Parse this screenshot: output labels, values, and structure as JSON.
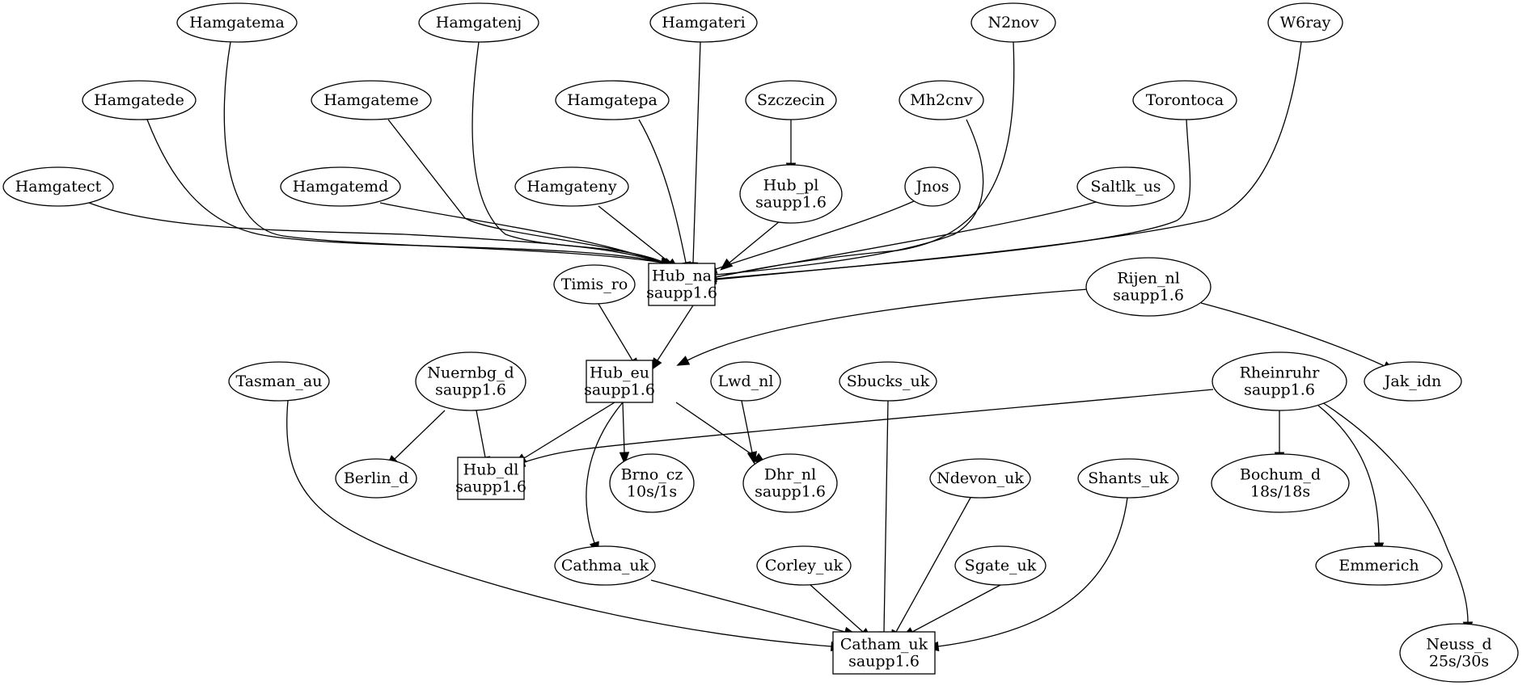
{
  "diagram": {
    "type": "directed-graph",
    "nodes": [
      {
        "id": "hamgatema",
        "lines": [
          "Hamgatema"
        ],
        "shape": "ellipse"
      },
      {
        "id": "hamgatenj",
        "lines": [
          "Hamgatenj"
        ],
        "shape": "ellipse"
      },
      {
        "id": "hamgateri",
        "lines": [
          "Hamgateri"
        ],
        "shape": "ellipse"
      },
      {
        "id": "n2nov",
        "lines": [
          "N2nov"
        ],
        "shape": "ellipse"
      },
      {
        "id": "w6ray",
        "lines": [
          "W6ray"
        ],
        "shape": "ellipse"
      },
      {
        "id": "hamgatede",
        "lines": [
          "Hamgatede"
        ],
        "shape": "ellipse"
      },
      {
        "id": "hamgateme",
        "lines": [
          "Hamgateme"
        ],
        "shape": "ellipse"
      },
      {
        "id": "hamgatepa",
        "lines": [
          "Hamgatepa"
        ],
        "shape": "ellipse"
      },
      {
        "id": "szczecin",
        "lines": [
          "Szczecin"
        ],
        "shape": "ellipse"
      },
      {
        "id": "mh2cnv",
        "lines": [
          "Mh2cnv"
        ],
        "shape": "ellipse"
      },
      {
        "id": "torontoca",
        "lines": [
          "Torontoca"
        ],
        "shape": "ellipse"
      },
      {
        "id": "hamgatect",
        "lines": [
          "Hamgatect"
        ],
        "shape": "ellipse"
      },
      {
        "id": "hamgatemd",
        "lines": [
          "Hamgatemd"
        ],
        "shape": "ellipse"
      },
      {
        "id": "hamgateny",
        "lines": [
          "Hamgateny"
        ],
        "shape": "ellipse"
      },
      {
        "id": "hub_pl",
        "lines": [
          "Hub_pl",
          "saupp1.6"
        ],
        "shape": "ellipse"
      },
      {
        "id": "jnos",
        "lines": [
          "Jnos"
        ],
        "shape": "ellipse"
      },
      {
        "id": "saltlk_us",
        "lines": [
          "Saltlk_us"
        ],
        "shape": "ellipse"
      },
      {
        "id": "hub_na",
        "lines": [
          "Hub_na",
          "saupp1.6"
        ],
        "shape": "box"
      },
      {
        "id": "timis_ro",
        "lines": [
          "Timis_ro"
        ],
        "shape": "ellipse"
      },
      {
        "id": "rijen_nl",
        "lines": [
          "Rijen_nl",
          "saupp1.6"
        ],
        "shape": "ellipse"
      },
      {
        "id": "hub_eu",
        "lines": [
          "Hub_eu",
          "saupp1.6"
        ],
        "shape": "box"
      },
      {
        "id": "tasman_au",
        "lines": [
          "Tasman_au"
        ],
        "shape": "ellipse"
      },
      {
        "id": "nuernbg_d",
        "lines": [
          "Nuernbg_d",
          "saupp1.6"
        ],
        "shape": "ellipse"
      },
      {
        "id": "lwd_nl",
        "lines": [
          "Lwd_nl"
        ],
        "shape": "ellipse"
      },
      {
        "id": "sbucks_uk",
        "lines": [
          "Sbucks_uk"
        ],
        "shape": "ellipse"
      },
      {
        "id": "rheinruhr",
        "lines": [
          "Rheinruhr",
          "saupp1.6"
        ],
        "shape": "ellipse"
      },
      {
        "id": "jak_idn",
        "lines": [
          "Jak_idn"
        ],
        "shape": "ellipse"
      },
      {
        "id": "berlin_d",
        "lines": [
          "Berlin_d"
        ],
        "shape": "ellipse"
      },
      {
        "id": "hub_dl",
        "lines": [
          "Hub_dl",
          "saupp1.6"
        ],
        "shape": "box"
      },
      {
        "id": "brno_cz",
        "lines": [
          "Brno_cz",
          "10s/1s"
        ],
        "shape": "ellipse"
      },
      {
        "id": "dhr_nl",
        "lines": [
          "Dhr_nl",
          "saupp1.6"
        ],
        "shape": "ellipse"
      },
      {
        "id": "ndevon_uk",
        "lines": [
          "Ndevon_uk"
        ],
        "shape": "ellipse"
      },
      {
        "id": "shants_uk",
        "lines": [
          "Shants_uk"
        ],
        "shape": "ellipse"
      },
      {
        "id": "bochum_d",
        "lines": [
          "Bochum_d",
          "18s/18s"
        ],
        "shape": "ellipse"
      },
      {
        "id": "cathma_uk",
        "lines": [
          "Cathma_uk"
        ],
        "shape": "ellipse"
      },
      {
        "id": "corley_uk",
        "lines": [
          "Corley_uk"
        ],
        "shape": "ellipse"
      },
      {
        "id": "sgate_uk",
        "lines": [
          "Sgate_uk"
        ],
        "shape": "ellipse"
      },
      {
        "id": "emmerich",
        "lines": [
          "Emmerich"
        ],
        "shape": "ellipse"
      },
      {
        "id": "catham_uk",
        "lines": [
          "Catham_uk",
          "saupp1.6"
        ],
        "shape": "box"
      },
      {
        "id": "neuss_d",
        "lines": [
          "Neuss_d",
          "25s/30s"
        ],
        "shape": "ellipse"
      }
    ],
    "edges": [
      {
        "from": "hamgatema",
        "to": "hub_na"
      },
      {
        "from": "hamgatenj",
        "to": "hub_na"
      },
      {
        "from": "hamgateri",
        "to": "hub_na"
      },
      {
        "from": "n2nov",
        "to": "hub_na"
      },
      {
        "from": "w6ray",
        "to": "hub_na"
      },
      {
        "from": "hamgatede",
        "to": "hub_na"
      },
      {
        "from": "hamgateme",
        "to": "hub_na"
      },
      {
        "from": "hamgatepa",
        "to": "hub_na"
      },
      {
        "from": "szczecin",
        "to": "hub_pl"
      },
      {
        "from": "mh2cnv",
        "to": "hub_na"
      },
      {
        "from": "torontoca",
        "to": "hub_na"
      },
      {
        "from": "hamgatect",
        "to": "hub_na"
      },
      {
        "from": "hamgatemd",
        "to": "hub_na"
      },
      {
        "from": "hamgateny",
        "to": "hub_na"
      },
      {
        "from": "hub_pl",
        "to": "hub_na"
      },
      {
        "from": "jnos",
        "to": "hub_na"
      },
      {
        "from": "saltlk_us",
        "to": "hub_na"
      },
      {
        "from": "hub_na",
        "to": "hub_eu"
      },
      {
        "from": "timis_ro",
        "to": "hub_eu"
      },
      {
        "from": "rijen_nl",
        "to": "hub_eu"
      },
      {
        "from": "rijen_nl",
        "to": "jak_idn"
      },
      {
        "from": "hub_eu",
        "to": "hub_dl"
      },
      {
        "from": "hub_eu",
        "to": "brno_cz"
      },
      {
        "from": "hub_eu",
        "to": "dhr_nl"
      },
      {
        "from": "hub_eu",
        "to": "cathma_uk"
      },
      {
        "from": "nuernbg_d",
        "to": "berlin_d"
      },
      {
        "from": "nuernbg_d",
        "to": "hub_dl"
      },
      {
        "from": "lwd_nl",
        "to": "dhr_nl"
      },
      {
        "from": "rheinruhr",
        "to": "hub_dl"
      },
      {
        "from": "rheinruhr",
        "to": "bochum_d"
      },
      {
        "from": "rheinruhr",
        "to": "emmerich"
      },
      {
        "from": "rheinruhr",
        "to": "neuss_d"
      },
      {
        "from": "tasman_au",
        "to": "catham_uk"
      },
      {
        "from": "sbucks_uk",
        "to": "catham_uk"
      },
      {
        "from": "ndevon_uk",
        "to": "catham_uk"
      },
      {
        "from": "shants_uk",
        "to": "catham_uk"
      },
      {
        "from": "cathma_uk",
        "to": "catham_uk"
      },
      {
        "from": "corley_uk",
        "to": "catham_uk"
      },
      {
        "from": "sgate_uk",
        "to": "catham_uk"
      }
    ]
  }
}
